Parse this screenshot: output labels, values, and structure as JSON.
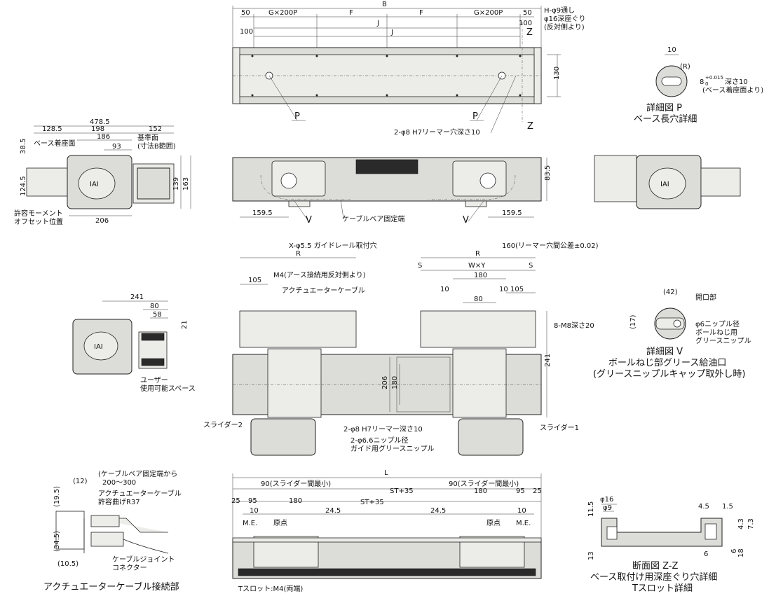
{
  "top_view": {
    "dims": [
      "50",
      "G×200P",
      "F",
      "F",
      "G×200P",
      "50",
      "B",
      "100",
      "J",
      "J",
      "100",
      "130"
    ],
    "note_h": "H-φ9通し",
    "note_c": "φ16深座ぐり",
    "note_d": "(反対側より)",
    "label_z": "Z",
    "label_p": "P",
    "reamer": "2-φ8 H7リーマー穴深さ10"
  },
  "side_view": {
    "dims": [
      "478.5",
      "128.5",
      "198",
      "152",
      "186",
      "93",
      "38.5",
      "124.5",
      "139",
      "163",
      "206"
    ],
    "base_face": "ベース着座面",
    "ref_face": "基準面",
    "range_note": "(寸法B範囲)",
    "moment": "許容モーメント",
    "offset": "オフセット位置",
    "logo": "IAI"
  },
  "front_view": {
    "dims": [
      "83.5",
      "159.5",
      "159.5"
    ],
    "label_v": "V",
    "cable_end": "ケーブルベア固定端"
  },
  "detail_p": {
    "dims": [
      "10",
      "(R)"
    ],
    "tol": "8",
    "tol_sup": "+0.015",
    "tol_sub": "0",
    "depth": "深さ10",
    "base_note": "(ベース着座面より)",
    "title": "詳細図 P",
    "subtitle": "ベース長穴詳細"
  },
  "mid_view": {
    "guide_note": "X-φ5.5 ガイドレール取付穴",
    "ream_pitch": "160(リーマー穴間公差±0.02)",
    "dims": [
      "R",
      "R",
      "S",
      "W×Y",
      "S",
      "105",
      "180",
      "105",
      "10",
      "80",
      "10",
      "206",
      "180",
      "241"
    ],
    "m4_note": "M4(アース接続用反対側より)",
    "actuator_cable": "アクチュエーターケーブル",
    "m8": "8-M8深さ20",
    "slider2": "スライダー2",
    "slider1": "スライダー1",
    "ream2": "2-φ8 H7リーマー深さ10",
    "nipple1": "2-φ6.6ニップル径",
    "nipple2": "ガイド用グリースニップル"
  },
  "user_space": {
    "dims": [
      "241",
      "80",
      "58",
      "21"
    ],
    "label1": "ユーザー",
    "label2": "使用可能スペース"
  },
  "detail_v": {
    "dims": [
      "(42)",
      "(17)"
    ],
    "opening": "開口部",
    "nip1": "φ6ニップル径",
    "nip2": "ボールねじ用",
    "nip3": "グリースニップル",
    "title": "詳細図 V",
    "subtitle1": "ボールねじ部グリース給油口",
    "subtitle2": "(グリースニップルキャップ取外し時)"
  },
  "cable_conn": {
    "dims": [
      "(12)",
      "(19.5)",
      "(34.5)",
      "(10.5)"
    ],
    "fix_note1": "(ケーブルベア固定端から",
    "fix_note2": "200〜300",
    "bend1": "アクチュエーターケーブル",
    "bend2": "許容曲げR37",
    "joint1": "ケーブルジョイント",
    "joint2": "コネクター",
    "title": "アクチュエーターケーブル接続部"
  },
  "bottom_view": {
    "dims": [
      "L",
      "90(スライダー間最小)",
      "90(スライダー間最小)",
      "ST+35",
      "ST+35",
      "25",
      "95",
      "180",
      "180",
      "95",
      "25",
      "10",
      "10",
      "24.5",
      "24.5"
    ],
    "me": "M.E.",
    "origin": "原点",
    "tslot": "Tスロット:M4(両端)"
  },
  "section_zz": {
    "dims": [
      "φ16",
      "φ9",
      "11.5",
      "13",
      "4.5",
      "1.5",
      "4.3",
      "7.3",
      "6",
      "18",
      "6"
    ],
    "title": "断面図 Z-Z",
    "sub1": "ベース取付け用深座ぐり穴詳細",
    "sub2": "Tスロット詳細"
  }
}
